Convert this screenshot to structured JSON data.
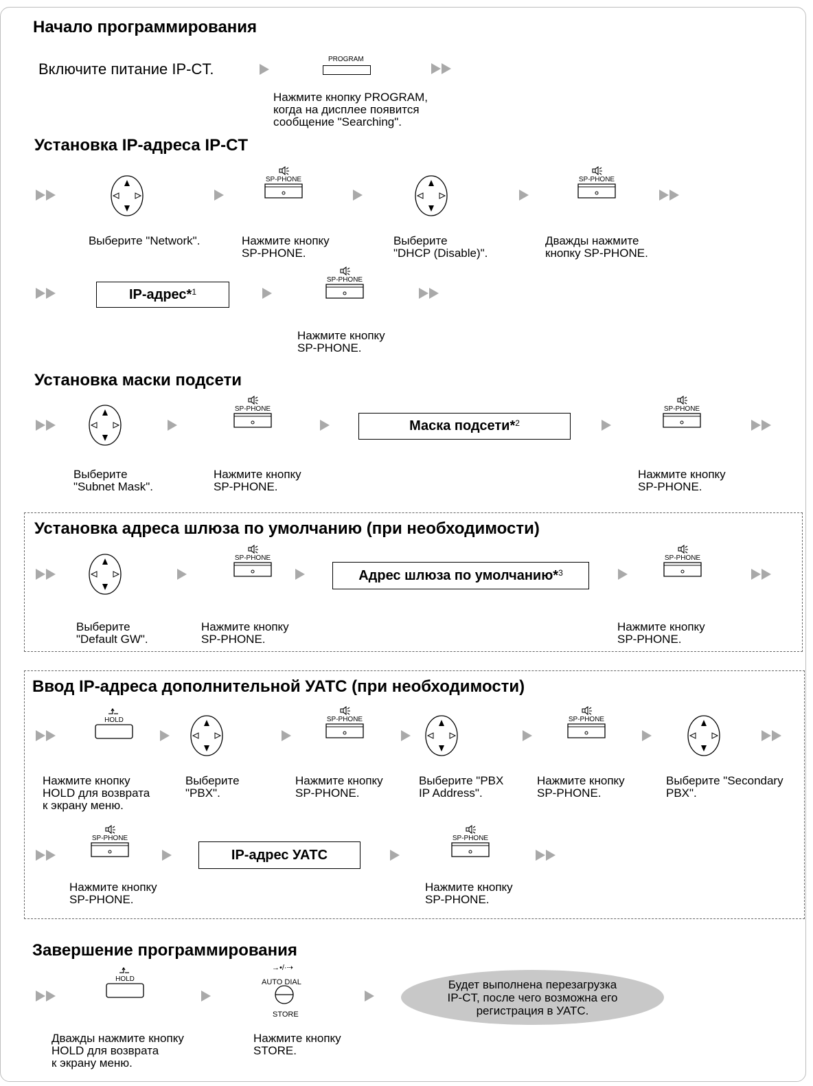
{
  "sections": {
    "start": {
      "title": "Начало программирования",
      "power_text": "Включите питание IP-CT.",
      "program_label": "PROGRAM",
      "program_caption": "Нажмите кнопку PROGRAM,\nкогда на дисплее появится\nсообщение \"Searching\"."
    },
    "ip": {
      "title": "Установка IP-адреса IP-CT",
      "cap_network": "Выберите \"Network\".",
      "cap_sp1": "Нажмите кнопку\nSP-PHONE.",
      "cap_dhcp": "Выберите\n\"DHCP (Disable)\".",
      "cap_sp2": "Дважды нажмите\nкнопку SP-PHONE.",
      "box_text": "IP-адрес*",
      "box_sup": "1",
      "cap_sp3": "Нажмите кнопку\nSP-PHONE."
    },
    "mask": {
      "title": "Установка маски подсети",
      "cap_select": "Выберите\n\"Subnet Mask\".",
      "cap_sp1": "Нажмите кнопку\nSP-PHONE.",
      "box_text": "Маска подсети*",
      "box_sup": "2",
      "cap_sp2": "Нажмите кнопку\nSP-PHONE."
    },
    "gw": {
      "title": "Установка адреса шлюза по умолчанию (при необходимости)",
      "cap_select": "Выберите\n\"Default GW\".",
      "cap_sp1": "Нажмите кнопку\nSP-PHONE.",
      "box_text": "Адрес шлюза по умолчанию*",
      "box_sup": "3",
      "cap_sp2": "Нажмите кнопку\nSP-PHONE."
    },
    "pbx": {
      "title": "Ввод IP-адреса дополнительной УАТС (при необходимости)",
      "cap_hold": "Нажмите кнопку\nHOLD для возврата\nк экрану меню.",
      "cap_pbx": "Выберите\n\"PBX\".",
      "cap_sp1": "Нажмите кнопку\nSP-PHONE.",
      "cap_pbxip": "Выберите \"PBX\nIP Address\".",
      "cap_sp2": "Нажмите кнопку\nSP-PHONE.",
      "cap_secondary": "Выберите \"Secondary\nPBX\".",
      "cap_sp3": "Нажмите кнопку\nSP-PHONE.",
      "box_text": "IP-адрес УАТС",
      "cap_sp4": "Нажмите кнопку\nSP-PHONE."
    },
    "end": {
      "title": "Завершение программирования",
      "cap_hold": "Дважды нажмите кнопку\nHOLD для возврата\nк экрану меню.",
      "cap_store": "Нажмите кнопку\nSTORE.",
      "result": "Будет выполнена перезагрузка\nIP-CT, после чего возможна его\nрегистрация в УАТС."
    }
  },
  "keys": {
    "sp_phone": "SP-PHONE",
    "hold": "HOLD",
    "auto_dial": "AUTO DIAL",
    "store": "STORE"
  }
}
